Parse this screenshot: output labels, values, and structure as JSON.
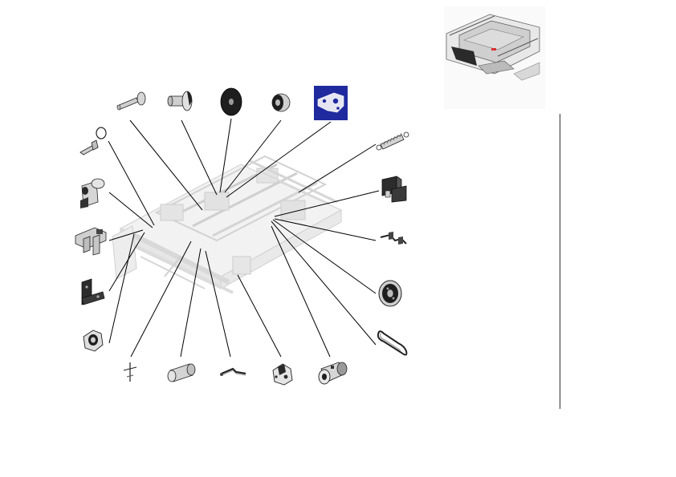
{
  "diagram": {
    "kind": "exploded-parts-view",
    "selected_part": "bracket-plate",
    "colors": {
      "selected_background": "#1f2a9e",
      "part_fill": "#d9d9d9",
      "part_dark": "#4a4a4a",
      "part_stroke": "#222222",
      "assembly_fill": "#efefef",
      "leader": "#000000",
      "thumbnail_accent": "#d83030"
    },
    "parts": [
      {
        "id": "pivot-shaft",
        "icon": "shaft-icon"
      },
      {
        "id": "flanged-bushing",
        "icon": "bushing-icon"
      },
      {
        "id": "black-roller-disc",
        "icon": "disc-icon"
      },
      {
        "id": "small-roller",
        "icon": "roller-icon"
      },
      {
        "id": "bracket-plate",
        "icon": "bracket-plate-icon"
      },
      {
        "id": "tension-spring",
        "icon": "spring-icon"
      },
      {
        "id": "sensor-holder",
        "icon": "holder-icon"
      },
      {
        "id": "wire-guide",
        "icon": "wire-guide-icon"
      },
      {
        "id": "drive-gear",
        "icon": "gear-icon"
      },
      {
        "id": "drive-belt",
        "icon": "belt-icon"
      },
      {
        "id": "clip-ring",
        "icon": "clip-ring-icon"
      },
      {
        "id": "shaft-housing",
        "icon": "housing-icon"
      },
      {
        "id": "mount-bracket",
        "icon": "mount-bracket-icon"
      },
      {
        "id": "l-bracket",
        "icon": "l-bracket-icon"
      },
      {
        "id": "gasket-flange",
        "icon": "gasket-icon"
      },
      {
        "id": "pin-spring",
        "icon": "pin-icon"
      },
      {
        "id": "cylinder-sleeve",
        "icon": "cylinder-icon"
      },
      {
        "id": "bent-lever",
        "icon": "lever-icon"
      },
      {
        "id": "cam-plate",
        "icon": "cam-icon"
      },
      {
        "id": "motor",
        "icon": "motor-icon"
      }
    ]
  }
}
